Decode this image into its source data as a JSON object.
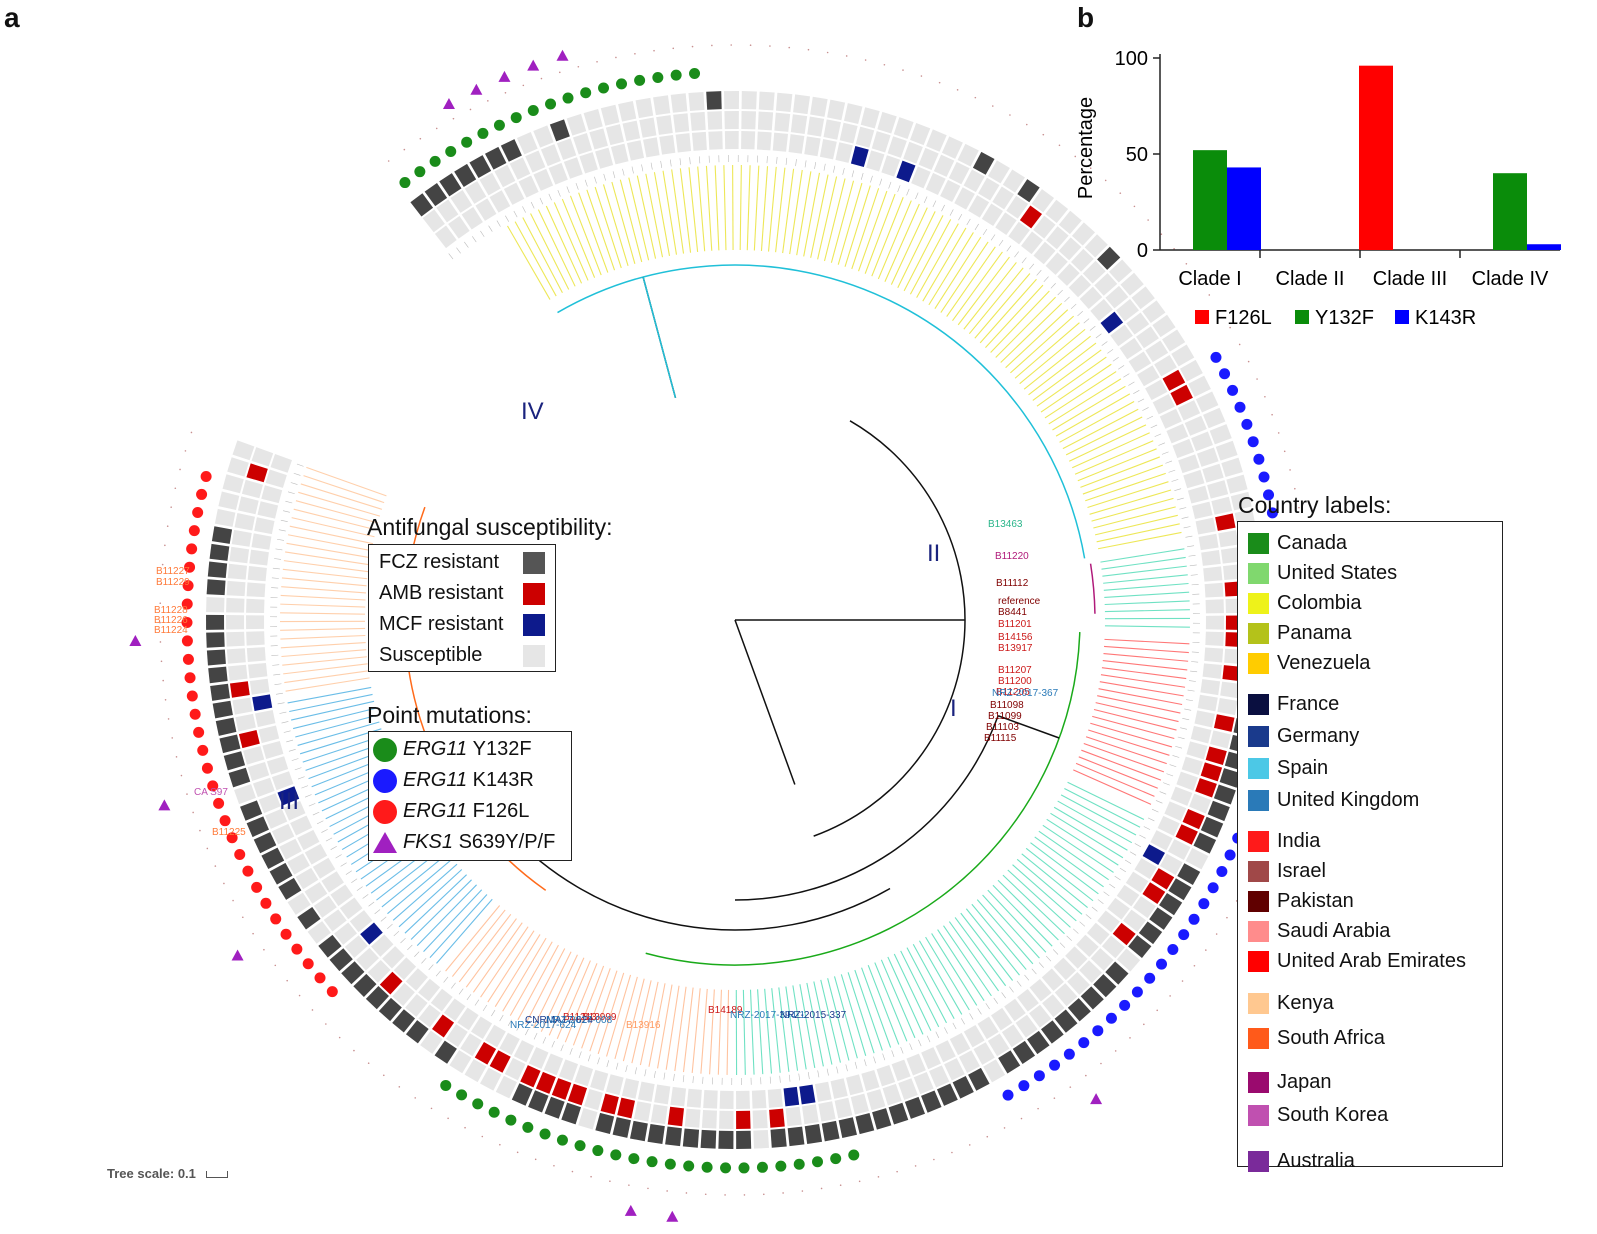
{
  "panels": {
    "a": "a",
    "b": "b"
  },
  "clade_labels": [
    "IV",
    "II",
    "I",
    "III"
  ],
  "tree_scale": "Tree scale: 0.1",
  "antifungal_legend": {
    "title": "Antifungal susceptibility:",
    "items": [
      {
        "label": "FCZ resistant",
        "color": "#555555"
      },
      {
        "label": "AMB resistant",
        "color": "#cc0000"
      },
      {
        "label": "MCF resistant",
        "color": "#0d1a8c"
      },
      {
        "label": "Susceptible",
        "color": "#e6e6e6"
      }
    ]
  },
  "mutation_legend": {
    "title": "Point mutations:",
    "items": [
      {
        "gene": "ERG11",
        "mut": "Y132F",
        "color": "#1a8c1a",
        "shape": "circle"
      },
      {
        "gene": "ERG11",
        "mut": "K143R",
        "color": "#1a1aff",
        "shape": "circle"
      },
      {
        "gene": "ERG11",
        "mut": "F126L",
        "color": "#ff1a1a",
        "shape": "circle"
      },
      {
        "gene": "FKS1",
        "mut": "S639Y/P/F",
        "color": "#a020c0",
        "shape": "triangle"
      }
    ]
  },
  "country_legend": {
    "title": "Country labels:",
    "groups": [
      [
        {
          "name": "Canada",
          "color": "#1a8c1a"
        },
        {
          "name": "United States",
          "color": "#80d86e"
        },
        {
          "name": "Colombia",
          "color": "#eef21a"
        },
        {
          "name": "Panama",
          "color": "#b4c21a"
        },
        {
          "name": "Venezuela",
          "color": "#ffcc00"
        }
      ],
      [
        {
          "name": "France",
          "color": "#0a0f40"
        },
        {
          "name": "Germany",
          "color": "#1a3a8c"
        },
        {
          "name": "Spain",
          "color": "#4cc8e6"
        },
        {
          "name": "United Kingdom",
          "color": "#2a7ab8"
        }
      ],
      [
        {
          "name": "India",
          "color": "#ff1a1a"
        },
        {
          "name": "Israel",
          "color": "#a04848"
        },
        {
          "name": "Pakistan",
          "color": "#600000"
        },
        {
          "name": "Saudi Arabia",
          "color": "#ff8c8c"
        },
        {
          "name": "United Arab Emirates",
          "color": "#ff0000"
        }
      ],
      [
        {
          "name": "Kenya",
          "color": "#ffc890"
        },
        {
          "name": "South Africa",
          "color": "#ff5a1a"
        }
      ],
      [
        {
          "name": "Japan",
          "color": "#9a0a6e"
        },
        {
          "name": "South Korea",
          "color": "#c050b0"
        }
      ],
      [
        {
          "name": "Australia",
          "color": "#7a2a9a"
        }
      ]
    ]
  },
  "tree_leaf_labels": [
    "B13463",
    "B11220",
    "B11112",
    "reference",
    "B8441",
    "B11201",
    "B14156",
    "B13917",
    "B11207",
    "B11200",
    "B11205",
    "NRZ-2017-367",
    "B11098",
    "B11099",
    "B11103",
    "B11115",
    "B11227",
    "B11229",
    "B11228",
    "B11226",
    "B11224",
    "CA S97",
    "B11225",
    "B13916",
    "B14189",
    "B13999",
    "B11213",
    "NRZ-2017-394-1",
    "NRZ-2017-624",
    "CNRMA17-624",
    "NRZ-2017-008",
    "NRZ-2015-337"
  ],
  "chart_data": {
    "type": "bar",
    "categories": [
      "Clade I",
      "Clade II",
      "Clade III",
      "Clade IV"
    ],
    "series": [
      {
        "name": "F126L",
        "color": "#ff0000",
        "values": [
          0,
          0,
          96,
          0
        ]
      },
      {
        "name": "Y132F",
        "color": "#0a8c0a",
        "values": [
          52,
          0,
          0,
          40
        ]
      },
      {
        "name": "K143R",
        "color": "#0000ff",
        "values": [
          43,
          0,
          0,
          3
        ]
      }
    ],
    "ylabel": "Percentage",
    "ylim": [
      0,
      100
    ],
    "yticks": [
      0,
      50,
      100
    ],
    "legend_position": "bottom"
  }
}
